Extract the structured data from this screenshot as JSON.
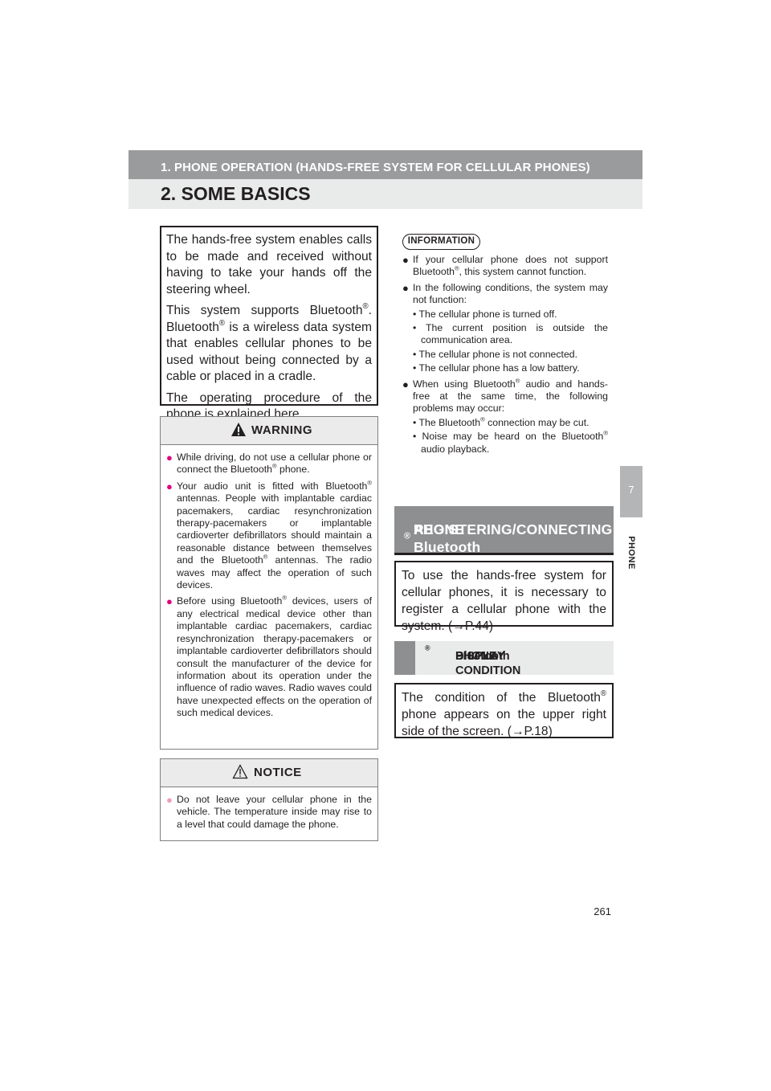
{
  "header": {
    "chapter_title": "1. PHONE OPERATION (HANDS-FREE SYSTEM FOR CELLULAR PHONES)",
    "page_title": "2. SOME BASICS"
  },
  "side_tab": {
    "number": "7",
    "label": "PHONE"
  },
  "intro": {
    "p1": "The hands-free system enables calls to be made and received without having to take your hands off the steering wheel.",
    "p2a": "This system supports Bluetooth",
    "p2b": ". Bluetooth",
    "p2c": " is a wireless data system that enables cellular phones to be used without being connected by a cable or placed in a cradle.",
    "p3": "The operating procedure of the phone is explained here."
  },
  "reg_mark": "®",
  "warning": {
    "label": "WARNING",
    "items": [
      {
        "a": "While driving, do not use a cellular phone or connect the Bluetooth",
        "b": " phone."
      },
      {
        "a": "Your audio unit is fitted with Bluetooth",
        "b": " antennas. People with implantable cardiac pacemakers, cardiac resynchronization therapy-pacemakers or implantable cardioverter defibrillators should maintain a reasonable distance between themselves and the Bluetooth",
        "c": " antennas. The radio waves may affect the operation of such devices."
      },
      {
        "a": "Before using Bluetooth",
        "b": " devices, users of any electrical medical device other than implantable cardiac pacemakers, cardiac resynchronization therapy-pacemakers or implantable cardioverter defibrillators should consult the manufacturer of the device for information about its operation under the influence of radio waves. Radio waves could have unexpected effects on the operation of such medical devices."
      }
    ]
  },
  "notice": {
    "label": "NOTICE",
    "items": [
      "Do not leave your cellular phone in the vehicle. The temperature inside may rise to a level that could damage the phone."
    ]
  },
  "information": {
    "label": "INFORMATION",
    "item1a": "If your cellular phone does not support Bluetooth",
    "item1b": ", this system cannot function.",
    "item2": "In the following conditions, the system may not function:",
    "item2_subs": [
      "• The cellular phone is turned off.",
      "• The current position is outside the communication area.",
      "• The cellular phone is not connected.",
      "• The cellular phone has a low battery."
    ],
    "item3a": "When using Bluetooth",
    "item3b": " audio and hands-free at the same time, the following problems may occur:",
    "item3_sub1a": "• The Bluetooth",
    "item3_sub1b": " connection may be cut.",
    "item3_sub2a": "• Noise may be heard on the Bluetooth",
    "item3_sub2b": " audio playback."
  },
  "section": {
    "line1": "REGISTERING/CONNECTING",
    "line2a": "A Bluetooth",
    "line2b": " PHONE"
  },
  "register_text": "To use the hands-free system for cellular phones, it is necessary to register a cellular phone with the system. (→P.44)",
  "subsection": {
    "a": "Bluetooth",
    "b": " PHONE CONDITION",
    "c": "DISPLAY"
  },
  "condition": {
    "a": "The condition of the Bluetooth",
    "b": " phone appears on the upper right side of the screen. (→P.18)"
  },
  "page_number": "261",
  "colors": {
    "header_bar": "#9a9b9d",
    "section_bar": "#8e8f91",
    "bullet": "#e2007a",
    "warning_icon": "#231f20"
  }
}
